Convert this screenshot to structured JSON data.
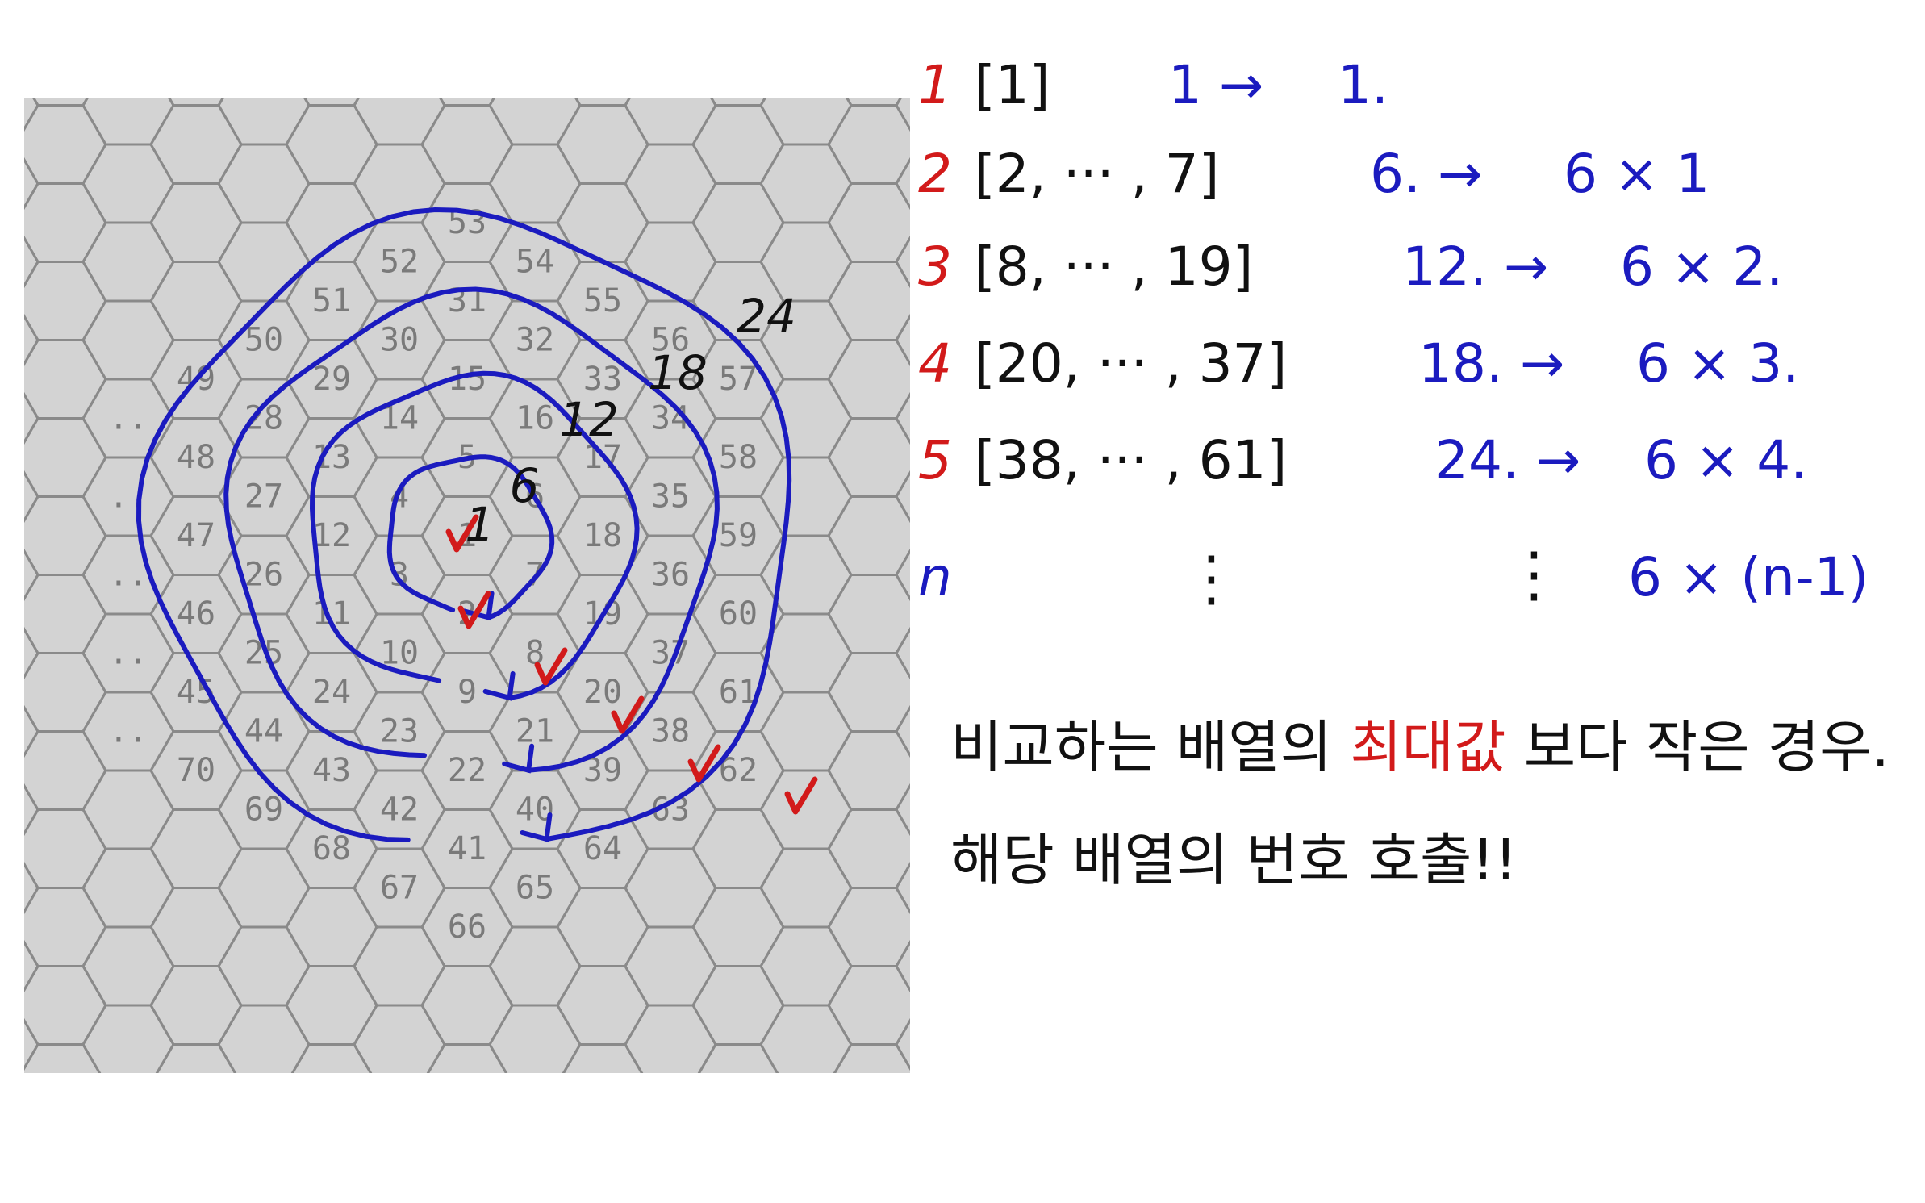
{
  "board": {
    "cell_numbers": [
      {
        "n": "1",
        "q": 0,
        "r": 0
      },
      {
        "n": "2",
        "q": 0,
        "r": 1
      },
      {
        "n": "3",
        "q": -1,
        "r": 1
      },
      {
        "n": "4",
        "q": -1,
        "r": 0
      },
      {
        "n": "5",
        "q": 0,
        "r": -1
      },
      {
        "n": "6",
        "q": 1,
        "r": -1
      },
      {
        "n": "7",
        "q": 1,
        "r": 0
      },
      {
        "n": "8",
        "q": 1,
        "r": 1
      },
      {
        "n": "9",
        "q": 0,
        "r": 2
      },
      {
        "n": "10",
        "q": -1,
        "r": 2
      },
      {
        "n": "11",
        "q": -2,
        "r": 2
      },
      {
        "n": "12",
        "q": -2,
        "r": 1
      },
      {
        "n": "13",
        "q": -2,
        "r": 0
      },
      {
        "n": "14",
        "q": -1,
        "r": -1
      },
      {
        "n": "15",
        "q": 0,
        "r": -2
      },
      {
        "n": "16",
        "q": 1,
        "r": -2
      },
      {
        "n": "17",
        "q": 2,
        "r": -2
      },
      {
        "n": "18",
        "q": 2,
        "r": -1
      },
      {
        "n": "19",
        "q": 2,
        "r": 0
      },
      {
        "n": "20",
        "q": 2,
        "r": 1
      },
      {
        "n": "21",
        "q": 1,
        "r": 2
      },
      {
        "n": "22",
        "q": 0,
        "r": 3
      },
      {
        "n": "23",
        "q": -1,
        "r": 3
      },
      {
        "n": "24",
        "q": -2,
        "r": 3
      },
      {
        "n": "25",
        "q": -3,
        "r": 3
      },
      {
        "n": "26",
        "q": -3,
        "r": 2
      },
      {
        "n": "27",
        "q": -3,
        "r": 1
      },
      {
        "n": "28",
        "q": -3,
        "r": 0
      },
      {
        "n": "29",
        "q": -2,
        "r": -1
      },
      {
        "n": "30",
        "q": -1,
        "r": -2
      },
      {
        "n": "31",
        "q": 0,
        "r": -3
      },
      {
        "n": "32",
        "q": 1,
        "r": -3
      },
      {
        "n": "33",
        "q": 2,
        "r": -3
      },
      {
        "n": "34",
        "q": 3,
        "r": -3
      },
      {
        "n": "35",
        "q": 3,
        "r": -2
      },
      {
        "n": "36",
        "q": 3,
        "r": -1
      },
      {
        "n": "37",
        "q": 3,
        "r": 0
      },
      {
        "n": "38",
        "q": 3,
        "r": 1
      },
      {
        "n": "39",
        "q": 2,
        "r": 2
      },
      {
        "n": "40",
        "q": 1,
        "r": 3
      },
      {
        "n": "41",
        "q": 0,
        "r": 4
      },
      {
        "n": "42",
        "q": -1,
        "r": 4
      },
      {
        "n": "43",
        "q": -2,
        "r": 4
      },
      {
        "n": "44",
        "q": -3,
        "r": 4
      },
      {
        "n": "45",
        "q": -4,
        "r": 4
      },
      {
        "n": "46",
        "q": -4,
        "r": 3
      },
      {
        "n": "47",
        "q": -4,
        "r": 2
      },
      {
        "n": "48",
        "q": -4,
        "r": 1
      },
      {
        "n": "49",
        "q": -4,
        "r": 0
      },
      {
        "n": "50",
        "q": -3,
        "r": -1
      },
      {
        "n": "51",
        "q": -2,
        "r": -2
      },
      {
        "n": "52",
        "q": -1,
        "r": -3
      },
      {
        "n": "53",
        "q": 0,
        "r": -4
      },
      {
        "n": "54",
        "q": 1,
        "r": -4
      },
      {
        "n": "55",
        "q": 2,
        "r": -4
      },
      {
        "n": "56",
        "q": 3,
        "r": -4
      },
      {
        "n": "57",
        "q": 4,
        "r": -4
      },
      {
        "n": "58",
        "q": 4,
        "r": -3
      },
      {
        "n": "59",
        "q": 4,
        "r": -2
      },
      {
        "n": "60",
        "q": 4,
        "r": -1
      },
      {
        "n": "61",
        "q": 4,
        "r": 0
      },
      {
        "n": "62",
        "q": 4,
        "r": 1
      },
      {
        "n": "63",
        "q": 3,
        "r": 2
      },
      {
        "n": "64",
        "q": 2,
        "r": 3
      },
      {
        "n": "65",
        "q": 1,
        "r": 4
      },
      {
        "n": "66",
        "q": 0,
        "r": 5
      },
      {
        "n": "67",
        "q": -1,
        "r": 5
      },
      {
        "n": "68",
        "q": -2,
        "r": 5
      },
      {
        "n": "69",
        "q": -3,
        "r": 5
      },
      {
        "n": "70",
        "q": -4,
        "r": 5
      },
      {
        "n": "..",
        "q": -5,
        "r": 1
      },
      {
        "n": "..",
        "q": -5,
        "r": 2
      },
      {
        "n": "..",
        "q": -5,
        "r": 3
      },
      {
        "n": "..",
        "q": -5,
        "r": 4
      },
      {
        "n": "..",
        "q": -5,
        "r": 5
      }
    ],
    "ring_labels": [
      "1",
      "6",
      "12",
      "18",
      "24"
    ],
    "colors": {
      "background": "#d3d3d3",
      "grid": "#8a8a8a",
      "numbers": "#7a7a7a",
      "spiral": "#1b1bbf",
      "check": "#d21a1a"
    }
  },
  "notes": {
    "rows": [
      {
        "num": "1",
        "range": "[1]",
        "count": "1 →",
        "formula": "1."
      },
      {
        "num": "2",
        "range": "[2, ··· , 7]",
        "count": "6. →",
        "formula": "6 × 1"
      },
      {
        "num": "3",
        "range": "[8, ··· , 19]",
        "count": "12. →",
        "formula": "6 × 2."
      },
      {
        "num": "4",
        "range": "[20, ··· , 37]",
        "count": "18. →",
        "formula": "6 × 3."
      },
      {
        "num": "5",
        "range": "[38, ··· , 61]",
        "count": "24. →",
        "formula": "6 × 4."
      },
      {
        "num": "n",
        "range": "",
        "count": "",
        "formula": "6 × (n-1)"
      }
    ],
    "memo_line1_pre": "비교하는 배열의 ",
    "memo_line1_hl": "최대값",
    "memo_line1_post": " 보다 작은 경우.",
    "memo_line2": "해당 배열의 번호 호출!!"
  }
}
